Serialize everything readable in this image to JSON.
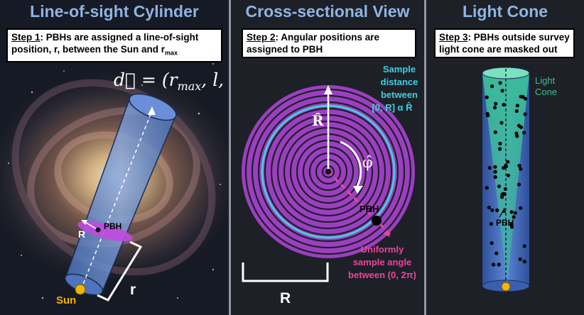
{
  "panel1": {
    "title": "Line-of-sight Cylinder",
    "step_label": "Step 1",
    "step_text": ": PBHs are assigned a line-of-sight position, r, between the Sun and r",
    "step_sub": "max",
    "vector_label": "d⃗ = (r",
    "vector_sub": "max",
    "vector_end": ", l, b)",
    "pbh_label": "PBH",
    "r_small_label": "R",
    "sun_label": "Sun",
    "r_label": "r"
  },
  "panel2": {
    "title": "Cross-sectional View",
    "step_label": "Step 2",
    "step_text": ": Angular positions are assigned to PBH",
    "rhat_label": "R̂",
    "phihat_label": "φ̂",
    "pbh_label": "PBH",
    "sample_distance_lines": [
      "Sample",
      "distance",
      "between",
      "[0, R] α R̂"
    ],
    "uniform_lines": [
      "Uniformly",
      "sample angle",
      "between (0, 2π)"
    ],
    "R_label": "R"
  },
  "panel3": {
    "title": "Light Cone",
    "step_label": "Step 3",
    "step_text": ": PBHs outside survey light cone are masked out",
    "cone_lines": [
      "Light",
      "Cone"
    ],
    "pbh_label": "PBH"
  },
  "colors": {
    "title": "#8eb4e3",
    "cyan": "#3fd1de",
    "pink": "#e8459e",
    "purple": "#9b3fc0",
    "sun": "#f4b400",
    "cylinder": "#5b86d2",
    "cone": "#3bbf9a"
  }
}
